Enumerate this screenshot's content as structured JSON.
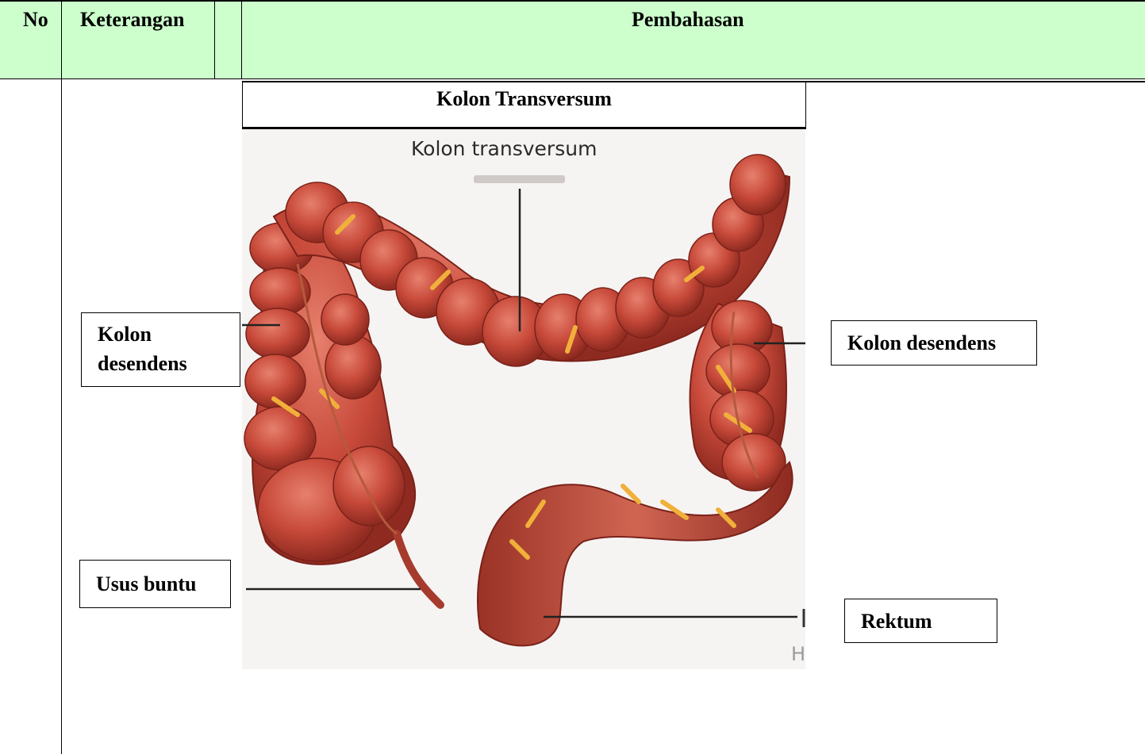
{
  "header": {
    "col_no": "No",
    "col_keterangan": "Keterangan",
    "col_pembahasan": "Pembahasan"
  },
  "figure": {
    "caption": "Kolon Transversum",
    "image_label_top": "Kolon transversum",
    "image_label_corner": "H"
  },
  "labels": {
    "left_upper_line1": "Kolon",
    "left_upper_line2": "desendens",
    "right_upper": "Kolon desendens",
    "left_lower": "Usus buntu",
    "right_lower": "Rektum"
  },
  "colors": {
    "header_bg": "#ccffcc",
    "colon_base": "#c84a3a",
    "colon_dark": "#8e2a20",
    "vessel": "#f0b03a"
  }
}
